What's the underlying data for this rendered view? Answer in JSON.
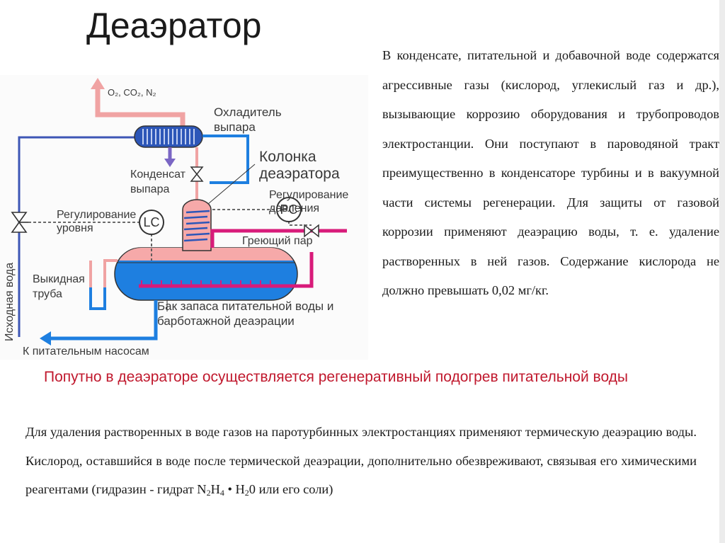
{
  "title": "Деаэратор",
  "diagram": {
    "formula_top": "O₂, CO₂, N₂",
    "cooler": "Охладитель выпара",
    "column": "Колонка деаэратора",
    "condensate": "Конденсат выпара",
    "pressure_reg": "Регулирование давления",
    "level_reg": "Регулирование уровня",
    "lc": "LC",
    "pc": "PC",
    "heating_steam": "Греющий пар",
    "overflow": "Выкидная труба",
    "tank": "Бак запаса питательной воды и барботажной деаэрации",
    "to_pumps": "К питательным насосам",
    "source_water": "Исходная вода",
    "colors": {
      "steam": "#f0a3a3",
      "water": "#1e7fe0",
      "control": "#3d56b5",
      "heating": "#d81b7a",
      "tank_top": "#f6a9a9"
    }
  },
  "right_paragraph": "В конденсате, питательной и добавочной воде содержатся агрессивные газы (кислород, углекислый газ и др.), вызывающие коррозию оборудования и трубопроводов электростанции. Они поступают в пароводяной тракт преимущественно в конденсаторе турбины и в вакуумной части системы регенерации. Для защиты от газовой коррозии применяют деаэрацию воды, т. е. удаление растворенных в ней газов. Содержание кислорода не должно превышать 0,02 мг/кг.",
  "highlight": "Попутно в деаэраторе осуществляется регенеративный подогрев питательной воды",
  "bottom": {
    "text": "Для удаления растворенных в воде газов на паротурбинных электростанциях применяют термическую деаэрацию воды. Кислород, оставшийся в воде после термической деаэрации, дополнительно обезвреживают, связывая его химическими реагентами (гидразин - гидрат N",
    "sub1": "2",
    "mid": "H",
    "sub2": "4",
    "after": " • H",
    "sub3": "2",
    "end": "0 или его соли)"
  }
}
